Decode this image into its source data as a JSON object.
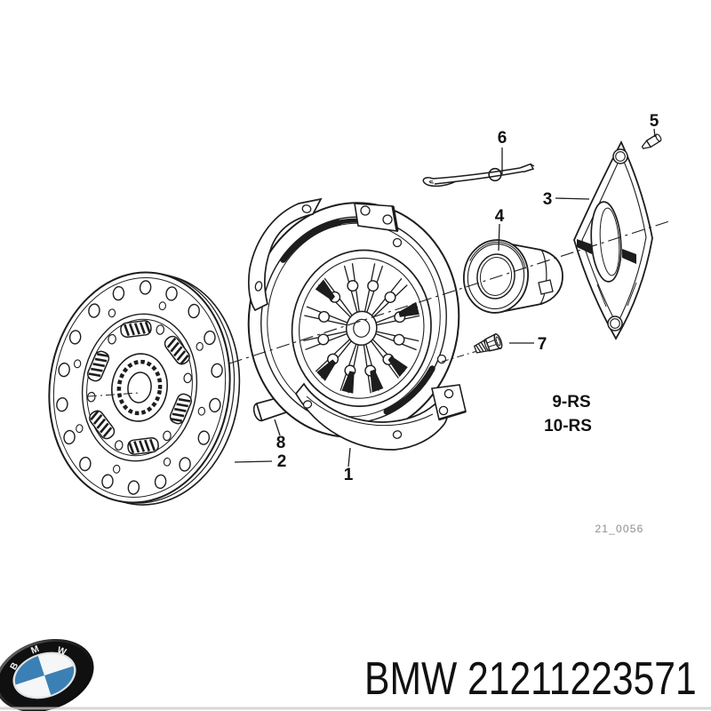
{
  "diagram": {
    "part_labels": [
      "1",
      "2",
      "3",
      "4",
      "5",
      "6",
      "7",
      "8"
    ],
    "kit_codes": [
      "9-RS",
      "10-RS"
    ],
    "drawing_ref": "21_0056"
  },
  "footer": {
    "brand": "BMW",
    "part_number": "21211223571",
    "label": "BMW 21211223571",
    "logo_letters": [
      "B",
      "M",
      "W"
    ]
  },
  "colors": {
    "line": "#1d1d1d",
    "ink": "#111111",
    "muted": "#8d8d8d",
    "bmw-blue": "#3b80b4",
    "paper": "#ffffff"
  }
}
